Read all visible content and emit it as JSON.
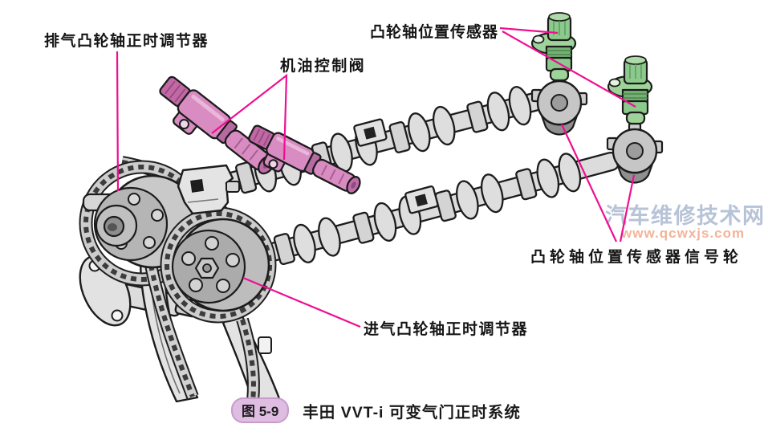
{
  "caption": {
    "tag": "图 5-9",
    "title": "丰田 VVT-i 可变气门正时系统"
  },
  "labels": {
    "exhaust_adjuster": "排气凸轮轴正时调节器",
    "oil_control_valve": "机油控制阀",
    "cam_position_sensor": "凸轮轴位置传感器",
    "sensor_signal_wheel": "凸轮轴位置传感器信号轮",
    "intake_adjuster": "进气凸轮轴正时调节器"
  },
  "watermark": {
    "name": "汽车维修技术网",
    "url": "www.qcwxjs.com"
  },
  "colors": {
    "leader_line": "#ef0e90",
    "valve_pink": "#d98cc2",
    "valve_pink_dark": "#c168a5",
    "sensor_green": "#8cc98c",
    "sensor_green_light": "#9ed49a",
    "metal_gray": "#dcdcdc",
    "caption_pill_bg": "#dfbce2",
    "caption_pill_border": "#c79ccb",
    "watermark_name_color": "#b7c3d7",
    "watermark_url_color": "#f2b49a"
  },
  "parts": [
    "exhaust-camshaft",
    "intake-camshaft",
    "timing-chain",
    "chain-guides",
    "exhaust-cam-phaser",
    "intake-cam-phaser",
    "oil-control-valves",
    "camshaft-position-sensors",
    "sensor-signal-wheels"
  ]
}
